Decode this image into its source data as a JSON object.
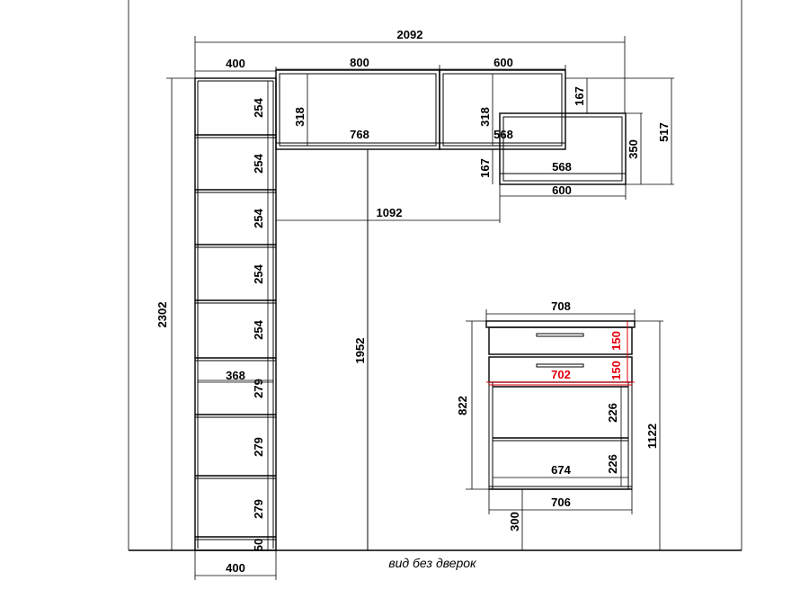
{
  "caption": "вид без дверок",
  "dimensions": {
    "total_width": "2092",
    "col_width_top": "400",
    "col_width_bottom": "400",
    "upper_middle_width": "800",
    "upper_right_width": "600",
    "upper_middle_inner": "768",
    "upper_right_inner": "568",
    "upper_middle_height": "318",
    "upper_right_height": "318",
    "corner_offset_top": "167",
    "corner_offset_bottom": "167",
    "corner_shelf_height": "350",
    "corner_total_height": "517",
    "corner_inner_width": "568",
    "corner_outer_width": "600",
    "upper_span": "1092",
    "total_height": "2302",
    "shelf_254_1": "254",
    "shelf_254_2": "254",
    "shelf_254_3": "254",
    "shelf_254_4": "254",
    "shelf_254_5": "254",
    "shelf_279_1": "279",
    "shelf_279_2": "279",
    "shelf_279_3": "279",
    "plinth_50": "50",
    "column_depth_368": "368",
    "rail_height": "1952",
    "dresser_top_width": "708",
    "drawer_height_1": "150",
    "drawer_height_2": "150",
    "drawer_inner_width": "702",
    "dresser_height": "822",
    "dresser_shelf_1": "226",
    "dresser_shelf_2": "226",
    "dresser_inner_width": "674",
    "dresser_base_width": "706",
    "dresser_elevation": "300",
    "dresser_overall_height": "1122"
  },
  "colors": {
    "line": "#000000",
    "highlight": "#e3000f",
    "background": "#ffffff"
  }
}
